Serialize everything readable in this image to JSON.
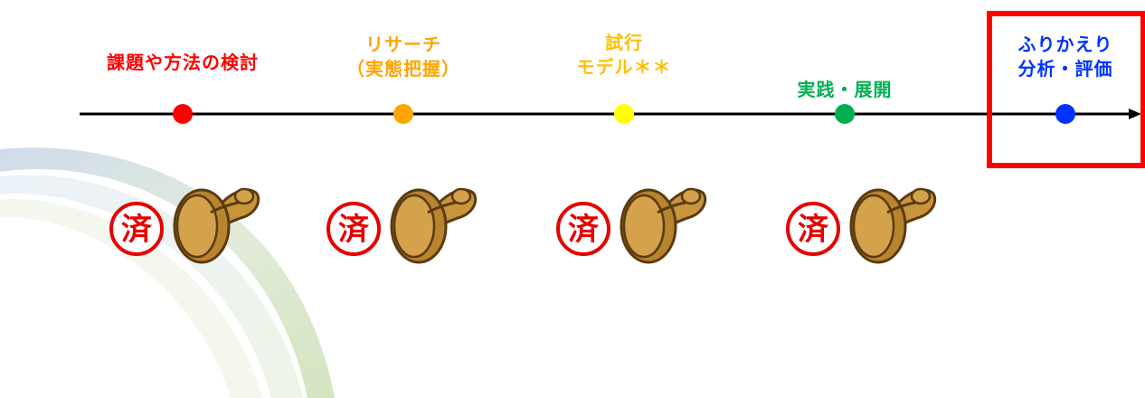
{
  "stages": [
    {
      "lines": [
        "課題や方法の検討"
      ],
      "color": "#ff0000",
      "done": true,
      "stamp_text": "済"
    },
    {
      "lines": [
        "リサーチ",
        "（実態把握）"
      ],
      "color": "#ffa500",
      "done": true,
      "stamp_text": "済"
    },
    {
      "lines": [
        "試行",
        "モデル＊＊"
      ],
      "color": "#ffd700",
      "dot_color": "#ffff00",
      "done": true,
      "stamp_text": "済"
    },
    {
      "lines": [
        "実践・展開"
      ],
      "color": "#00b050",
      "done": true,
      "stamp_text": "済"
    },
    {
      "lines": [
        "ふりかえり",
        "分析・評価"
      ],
      "color": "#0033ff",
      "done": false,
      "highlighted": true
    }
  ]
}
